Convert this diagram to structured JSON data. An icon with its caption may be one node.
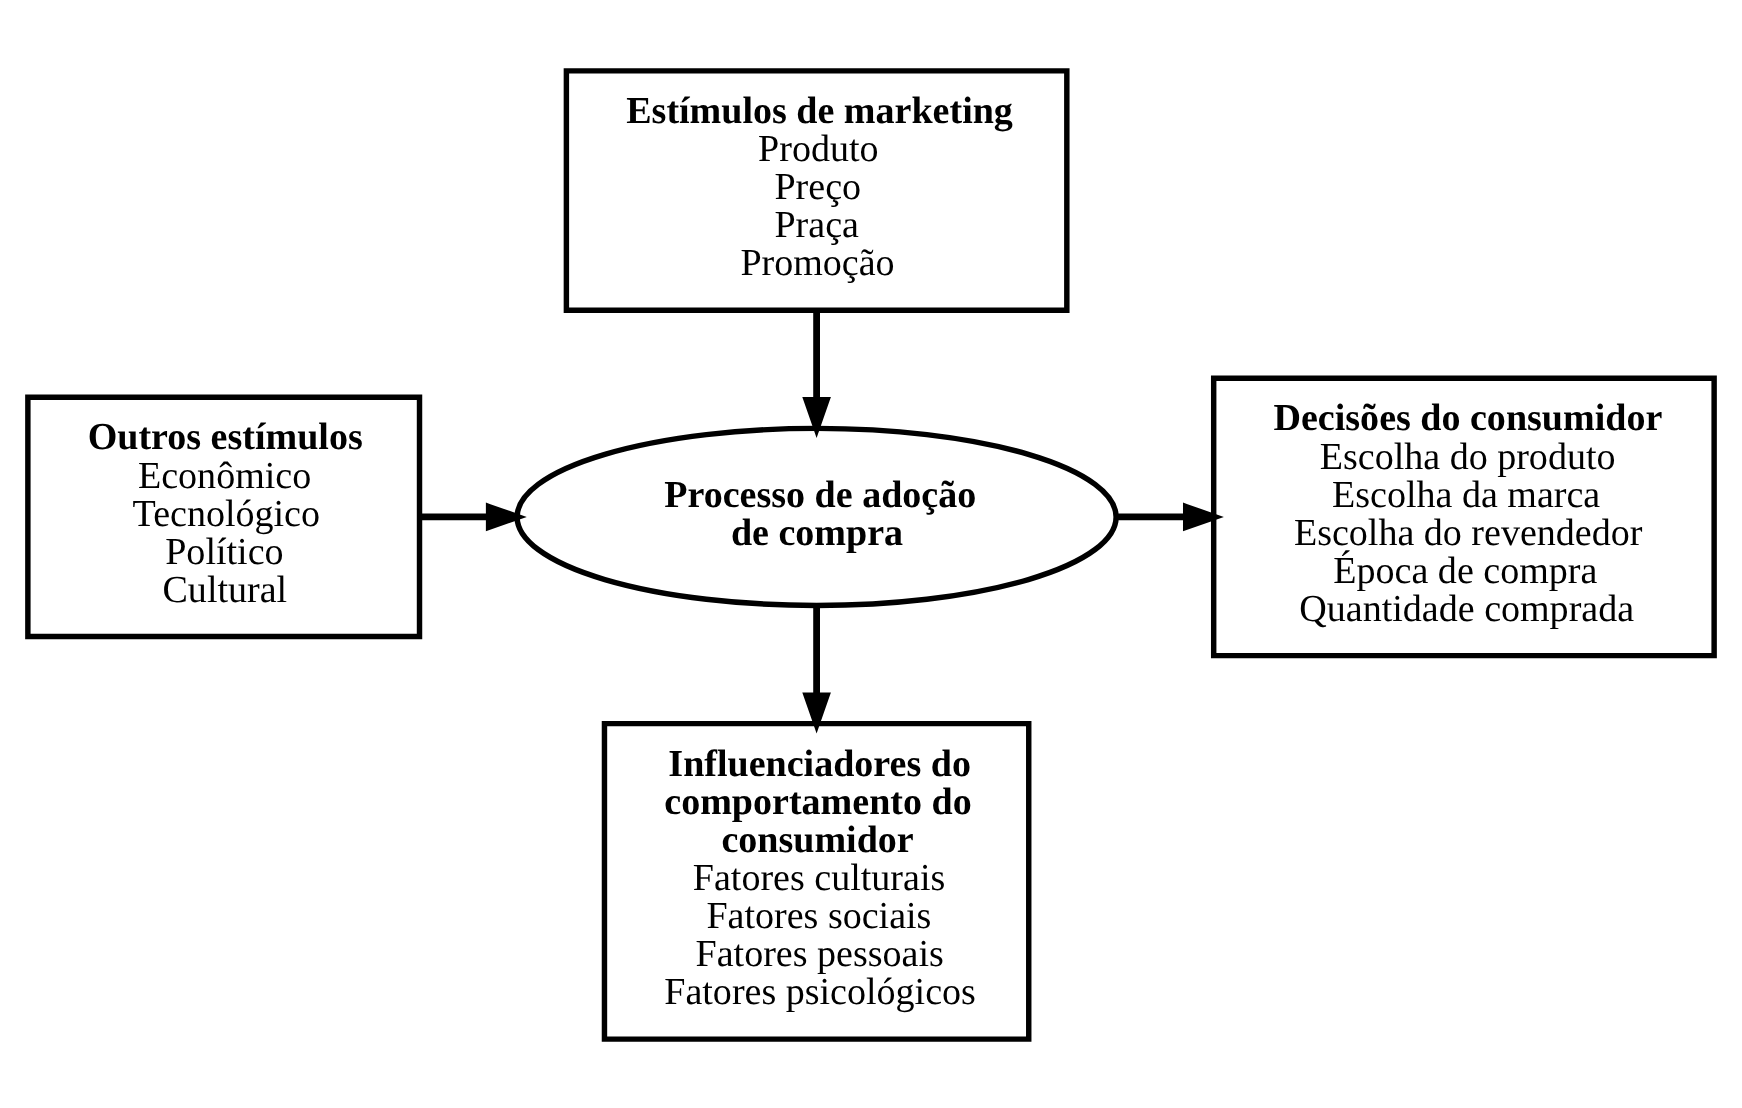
{
  "diagram": {
    "nodes": [
      {
        "text": [
          "Estímulos de marketing",
          "Produto",
          "Preço",
          "Praça",
          "Promoção"
        ]
      },
      {
        "text": [
          "Outros estímulos",
          "Econômico",
          "Tecnológico",
          "Político",
          "Cultural"
        ]
      },
      {
        "text": [
          "Processo de adoção de compra"
        ]
      },
      {
        "text": [
          "Decisões do consumidor",
          "Escolha do produto",
          "Escolha da marca",
          "Escolha do revendedor",
          "Época de compra",
          "Quantidade comprada"
        ]
      },
      {
        "text": [
          "Influenciadores do comportamento do consumidor",
          "Fatores culturais",
          "Fatores sociais",
          "Fatores pessoais",
          "Fatores psicológicos"
        ]
      }
    ],
    "edges": [
      {
        "from": 0,
        "to": 2,
        "arrow": "to"
      },
      {
        "from": 1,
        "to": 2,
        "arrow": "to"
      },
      {
        "from": 2,
        "to": 3,
        "arrow": "to"
      },
      {
        "from": 2,
        "to": 4,
        "arrow": "to"
      }
    ]
  }
}
